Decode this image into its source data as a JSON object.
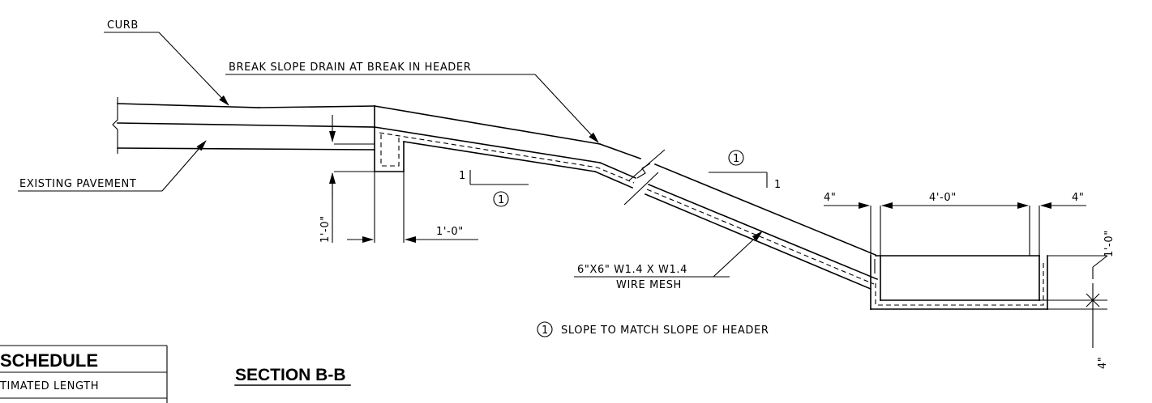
{
  "labels": {
    "curb": "CURB",
    "break_slope": "BREAK SLOPE DRAIN AT BREAK IN HEADER",
    "existing_pavement": "EXISTING PAVEMENT",
    "wire_mesh_spec": "6\"X6\" W1.4 X W1.4",
    "wire_mesh": "WIRE MESH",
    "note": "SLOPE TO MATCH SLOPE OF HEADER",
    "section_title": "SECTION B-B"
  },
  "dimensions": {
    "left_depth": "1'-0\"",
    "left_width": "1'-0\"",
    "wall_left": "4\"",
    "channel_width": "4'-0\"",
    "wall_right": "4\"",
    "right_depth": "1'-0\"",
    "right_base": "4\""
  },
  "slope_markers": {
    "marker_one": "1",
    "rise": "1",
    "run_marker": "1",
    "rise_right": "1"
  },
  "schedule": {
    "title": "SCHEDULE",
    "column": "TIMATED LENGTH"
  }
}
